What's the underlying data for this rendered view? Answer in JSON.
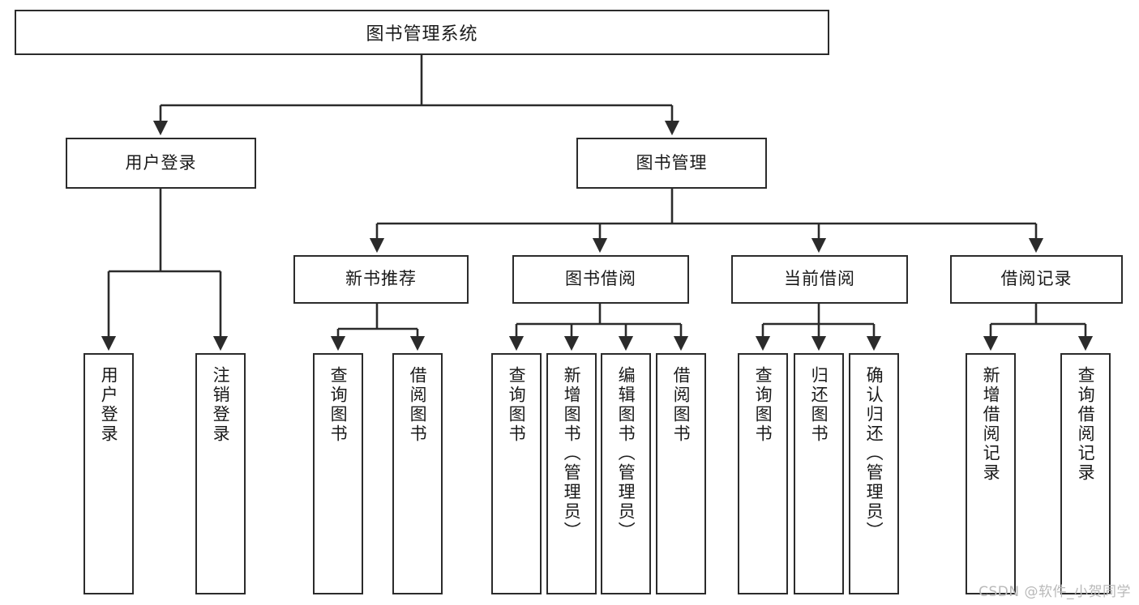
{
  "diagram": {
    "type": "tree",
    "title": "图书管理系统",
    "orientation": "top-down",
    "colors": {
      "box_border": "#2b2b2b",
      "box_fill": "#ffffff",
      "edge": "#2b2b2b",
      "text": "#1a1a1a",
      "watermark": "#b9b9b9"
    }
  },
  "root": {
    "label": "图书管理系统"
  },
  "level2": [
    {
      "label": "用户登录"
    },
    {
      "label": "图书管理"
    }
  ],
  "level3": [
    {
      "label": "新书推荐"
    },
    {
      "label": "图书借阅"
    },
    {
      "label": "当前借阅"
    },
    {
      "label": "借阅记录"
    }
  ],
  "leaves": {
    "user_login": [
      {
        "label": "用户登录"
      },
      {
        "label": "注销登录"
      }
    ],
    "new_book": [
      {
        "label": "查询图书"
      },
      {
        "label": "借阅图书"
      }
    ],
    "book_borrow": [
      {
        "label": "查询图书"
      },
      {
        "label": "新增图书（管理员）"
      },
      {
        "label": "编辑图书（管理员）"
      },
      {
        "label": "借阅图书"
      }
    ],
    "current_borrow": [
      {
        "label": "查询图书"
      },
      {
        "label": "归还图书"
      },
      {
        "label": "确认归还（管理员）"
      }
    ],
    "borrow_record": [
      {
        "label": "新增借阅记录"
      },
      {
        "label": "查询借阅记录"
      }
    ]
  },
  "watermark": {
    "text": "CSDN @软件_小贺同学"
  }
}
